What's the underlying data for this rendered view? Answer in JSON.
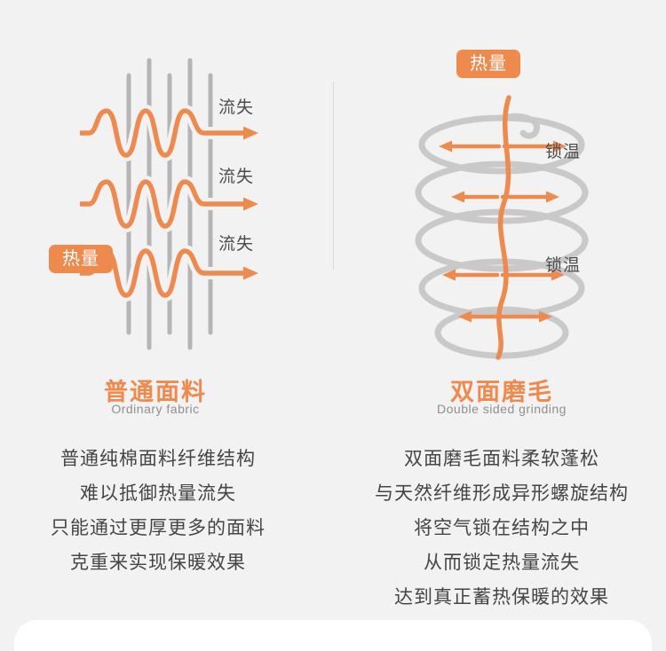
{
  "page": {
    "background": "#f2f2f2",
    "accent": "#ef8a4e",
    "fiber_gray": "#b5b5b5",
    "coil_gray": "#c9c9c9"
  },
  "left_panel": {
    "heat_badge": "热量",
    "loss_labels": [
      "流失",
      "流失",
      "流失"
    ],
    "title": "普通面料",
    "subtitle": "Ordinary fabric",
    "description": [
      "普通纯棉面料纤维结构",
      "难以抵御热量流失",
      "只能通过更厚更多的面料",
      "克重来实现保暖效果"
    ]
  },
  "right_panel": {
    "heat_badge": "热量",
    "lock_labels": [
      "锁温",
      "锁温"
    ],
    "title": "双面磨毛",
    "subtitle": "Double sided grinding",
    "description": [
      "双面磨毛面料柔软蓬松",
      "与天然纤维形成异形螺旋结构",
      "将空气锁在结构之中",
      "从而锁定热量流失",
      "达到真正蓄热保暖的效果"
    ]
  }
}
